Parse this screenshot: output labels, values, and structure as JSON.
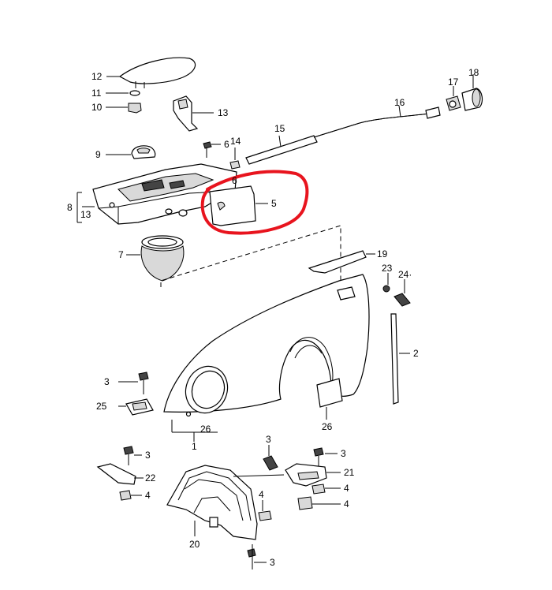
{
  "labels": {
    "l1": "1",
    "l2": "2",
    "l3a": "3",
    "l3b": "3",
    "l3c": "3",
    "l3d": "3",
    "l3e": "3",
    "l4a": "4",
    "l4b": "4",
    "l4c": "4",
    "l4d": "4",
    "l5": "5",
    "l6a": "6",
    "l6b": "6",
    "l7": "7",
    "l8": "8",
    "l9": "9",
    "l10": "10",
    "l11": "11",
    "l12": "12",
    "l13a": "13",
    "l13b": "13",
    "l14": "14",
    "l15": "15",
    "l16": "16",
    "l17": "17",
    "l18": "18",
    "l19": "19",
    "l20": "20",
    "l21": "21",
    "l22": "22",
    "l23": "23",
    "l24": "24·",
    "l25": "25",
    "l26a": "26",
    "l26b": "26"
  },
  "colors": {
    "line": "#000000",
    "highlight": "#e8141e",
    "background": "#ffffff"
  }
}
